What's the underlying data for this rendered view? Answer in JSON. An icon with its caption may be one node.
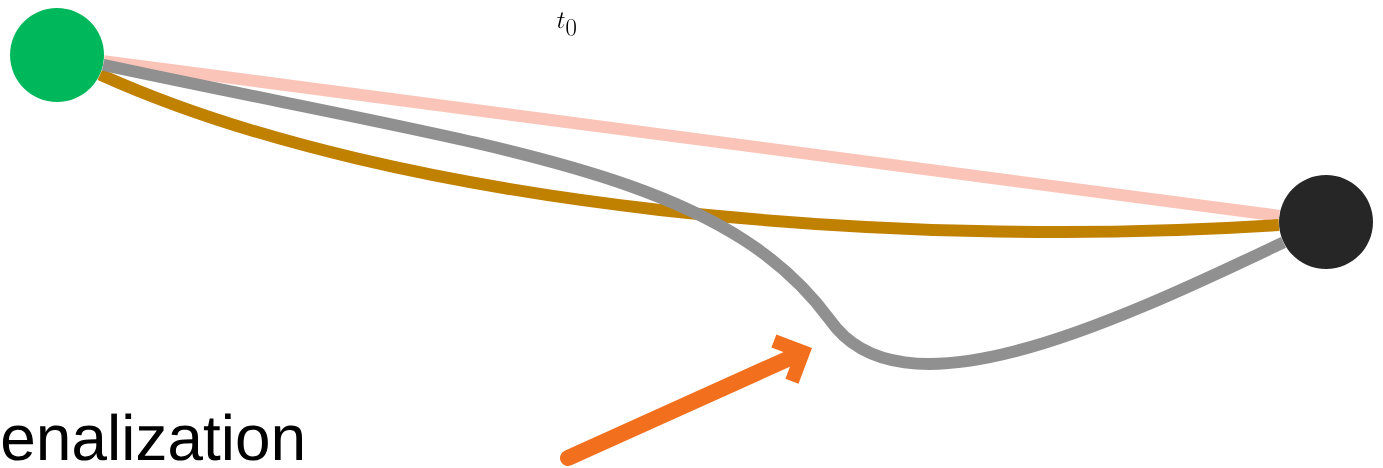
{
  "diagram": {
    "nodes": [
      {
        "text": [],
        "shape": "circle"
      },
      {
        "text": [],
        "shape": "circle"
      }
    ],
    "edges": [
      {
        "from": 0,
        "to": 1,
        "arrow": "none",
        "color": "#fbc4b8"
      },
      {
        "from": 0,
        "to": 1,
        "arrow": "none",
        "color": "#c08000"
      },
      {
        "from": 0,
        "to": 1,
        "arrow": "none",
        "color": "#909090"
      }
    ],
    "labels": [
      "t_0",
      "enalization"
    ]
  }
}
